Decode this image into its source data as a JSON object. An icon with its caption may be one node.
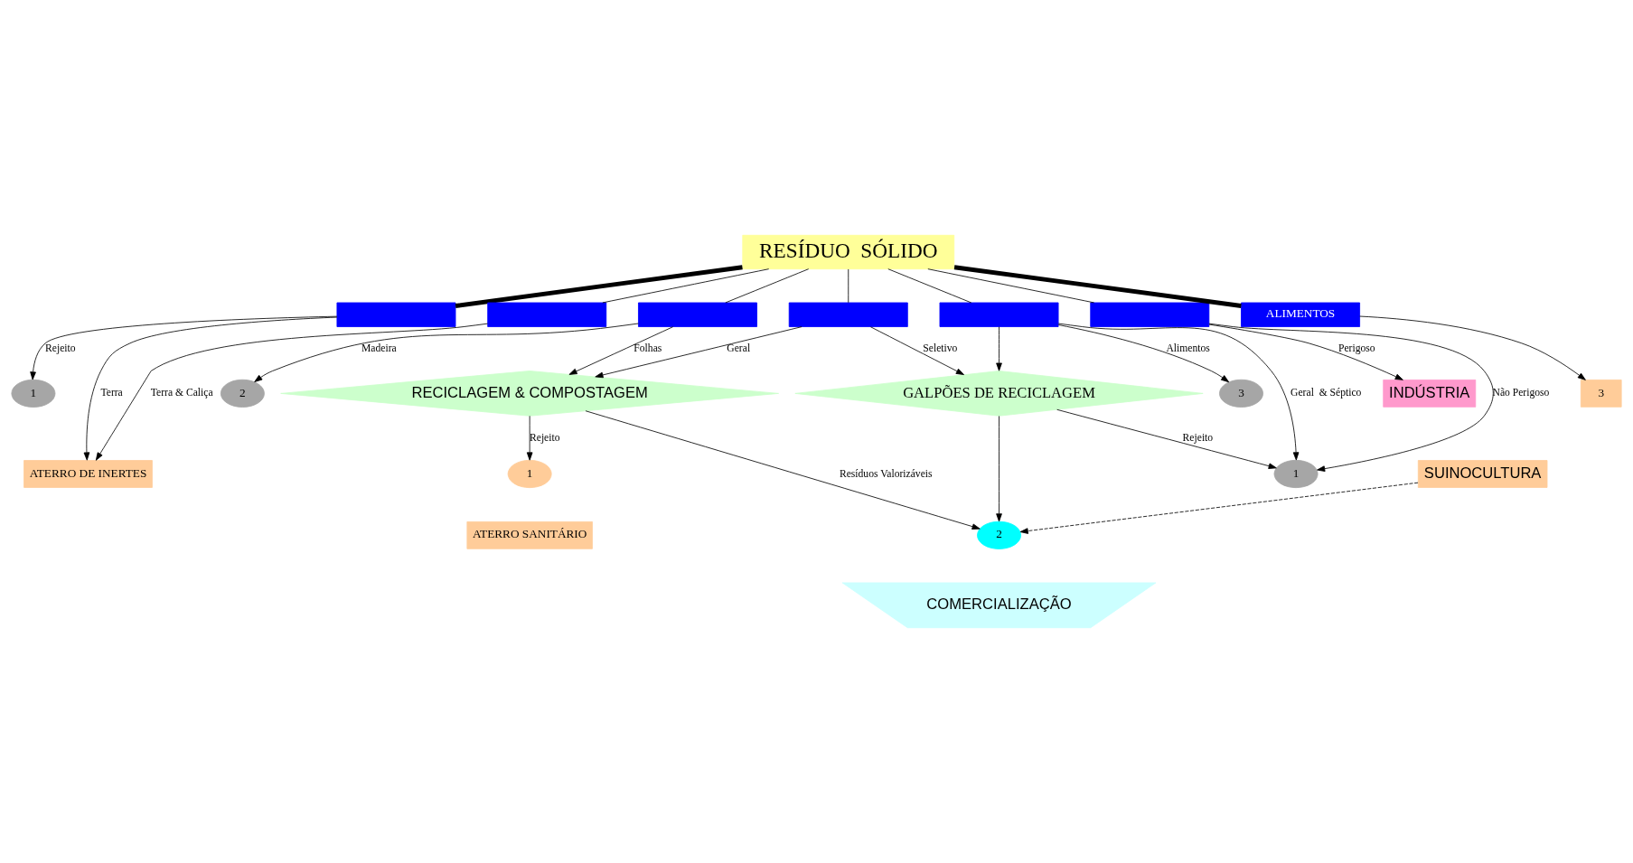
{
  "diagram": {
    "nodes": [
      {
        "text": [
          "RESÍDUO  SÓLIDO"
        ]
      },
      {
        "text": [],
        "shape": "box"
      },
      {
        "text": [],
        "shape": "box"
      },
      {
        "text": [],
        "shape": "box"
      },
      {
        "text": [],
        "shape": "box"
      },
      {
        "text": [],
        "shape": "box"
      },
      {
        "text": [],
        "shape": "box"
      },
      {
        "text": [
          "ALIMENTOS"
        ]
      },
      {
        "text": [
          "2"
        ]
      },
      {
        "text": [
          "3"
        ]
      },
      {
        "text": [
          "INDÚSTRIA"
        ]
      },
      {
        "text": [
          "RECICLAGEM & COMPOSTAGEM"
        ]
      },
      {
        "text": [
          "GALPÕES DE RECICLAGEM"
        ]
      },
      {
        "text": [
          "1"
        ]
      },
      {
        "text": [
          "1"
        ]
      },
      {
        "text": [
          "2"
        ]
      },
      {
        "text": [
          "1"
        ]
      },
      {
        "text": [
          "3"
        ]
      },
      {
        "text": [
          "ATERRO DE INERTES"
        ]
      },
      {
        "text": [
          "ATERRO SANITÁRIO"
        ]
      },
      {
        "text": [
          "COMERCIALIZAÇÃO"
        ]
      },
      {
        "text": [
          "SUINOCULTURA"
        ]
      }
    ],
    "edges": [
      {
        "from": 0,
        "to": 1,
        "arrow": "none",
        "style": "thick"
      },
      {
        "from": 0,
        "to": 2,
        "arrow": "none"
      },
      {
        "from": 0,
        "to": 3,
        "arrow": "none"
      },
      {
        "from": 0,
        "to": 4,
        "arrow": "none"
      },
      {
        "from": 0,
        "to": 5,
        "arrow": "none"
      },
      {
        "from": 0,
        "to": 6,
        "arrow": "none"
      },
      {
        "from": 0,
        "to": 7,
        "arrow": "none",
        "style": "thick"
      },
      {
        "from": 1,
        "to": 18,
        "label": "Terra",
        "arrow": "to"
      },
      {
        "from": 1,
        "to": 13,
        "label": "Rejeito",
        "arrow": "to"
      },
      {
        "from": 2,
        "to": 18,
        "label": "Terra & Caliça",
        "arrow": "to"
      },
      {
        "from": 3,
        "to": 8,
        "label": "Madeira",
        "arrow": "to"
      },
      {
        "from": 3,
        "to": 11,
        "label": "Folhas",
        "arrow": "to"
      },
      {
        "from": 4,
        "to": 11,
        "label": "Geral",
        "arrow": "to"
      },
      {
        "from": 4,
        "to": 12,
        "label": "Seletivo",
        "arrow": "to"
      },
      {
        "from": 5,
        "to": 9,
        "label": "Alimentos",
        "arrow": "to"
      },
      {
        "from": 5,
        "to": 12,
        "arrow": "to"
      },
      {
        "from": 5,
        "to": 16,
        "label": "Geral  & Séptico",
        "arrow": "to"
      },
      {
        "from": 6,
        "to": 10,
        "label": "Perigoso",
        "arrow": "to"
      },
      {
        "from": 6,
        "to": 16,
        "label": "Não Perigoso",
        "arrow": "to"
      },
      {
        "from": 11,
        "to": 15,
        "label": "Resíduos Valorizáveis",
        "arrow": "to"
      },
      {
        "from": 12,
        "to": 15,
        "arrow": "to"
      },
      {
        "from": 11,
        "to": 14,
        "label": "Rejeito",
        "arrow": "to"
      },
      {
        "from": 12,
        "to": 16,
        "label": "Rejeito",
        "arrow": "to"
      },
      {
        "from": 7,
        "to": 17,
        "arrow": "to"
      },
      {
        "from": 21,
        "to": 15,
        "arrow": "to",
        "style": "dashed"
      }
    ]
  }
}
